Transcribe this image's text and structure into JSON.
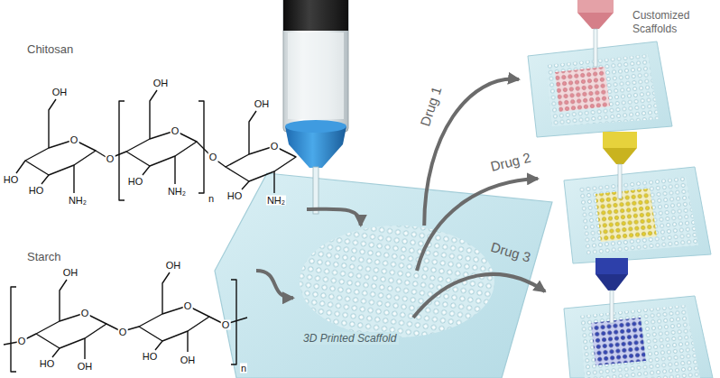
{
  "diagram": {
    "nodes": [
      {
        "text": [
          "Chitosan"
        ]
      },
      {
        "text": [
          "Starch"
        ]
      },
      {
        "text": [
          "3D Printed Scaffold"
        ]
      },
      {
        "text": [
          "Customized Scaffolds"
        ]
      }
    ],
    "edges": [
      {
        "from": 0,
        "to": 2,
        "arrow": "to"
      },
      {
        "from": 1,
        "to": 2,
        "arrow": "to"
      },
      {
        "from": 2,
        "to": 3,
        "label": "Drug 1",
        "arrow": "to"
      }
    ],
    "labels": [
      "OH",
      "O",
      "HO",
      "HO",
      "NH₂",
      "O",
      "OH",
      "O",
      "HO",
      "NH₂",
      "n",
      "O",
      "OH",
      "O",
      "HO",
      "NH₂",
      "O",
      "OH",
      "O",
      "HO",
      "OH",
      "O",
      "OH",
      "O",
      "HO",
      "OH",
      "O",
      "n",
      "Drug 2",
      "Drug 3"
    ]
  }
}
